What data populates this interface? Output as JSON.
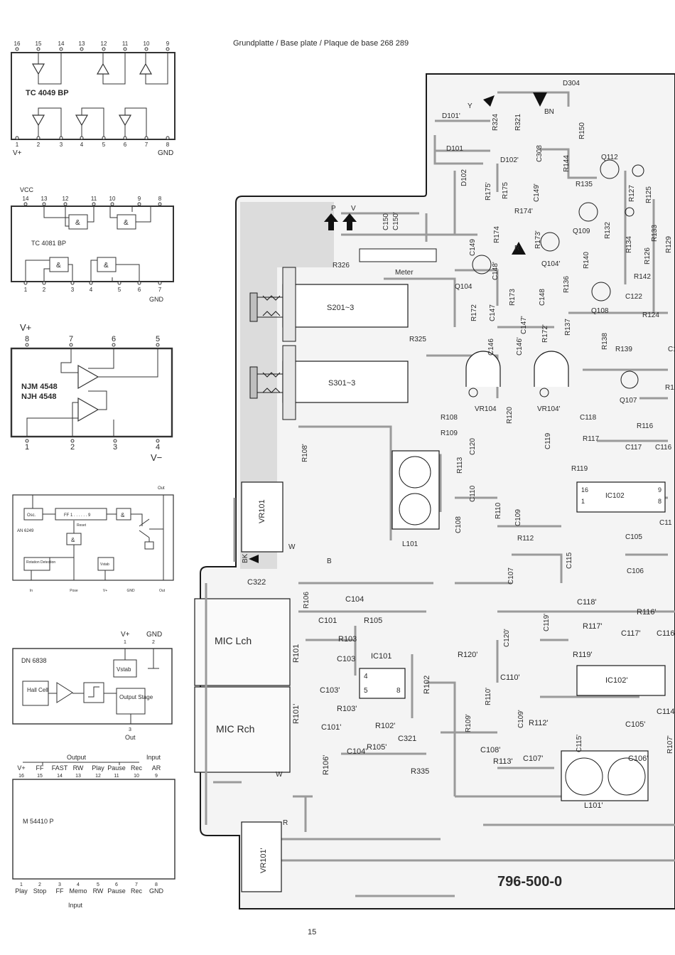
{
  "page_title": "Grundplatte / Base plate / Plaque de base  268 289",
  "page_number": "15",
  "board_number": "796-500-0",
  "ic_4049": {
    "name": "TC 4049 BP",
    "top_pins": [
      "16",
      "15",
      "14",
      "13",
      "12",
      "11",
      "10",
      "9"
    ],
    "bottom_pins": [
      "1",
      "2",
      "3",
      "4",
      "5",
      "6",
      "7",
      "8"
    ],
    "vplus": "V+",
    "gnd": "GND"
  },
  "ic_4081": {
    "name": "TC 4081 BP",
    "vcc": "VCC",
    "top_pins": [
      "14",
      "13",
      "12",
      "11",
      "10",
      "9",
      "8"
    ],
    "bottom_pins": [
      "1",
      "2",
      "3",
      "4",
      "5",
      "6",
      "7"
    ],
    "gate": "&",
    "gnd": "GND"
  },
  "ic_njm": {
    "vplus": "V+",
    "vminus": "V−",
    "name1": "NJM 4548",
    "name2": "NJH 4548",
    "top_pins": [
      "8",
      "7",
      "6",
      "5"
    ],
    "bottom_pins": [
      "1",
      "2",
      "3",
      "4"
    ]
  },
  "ic_an": {
    "name": "AN 6249",
    "osc": "Osc.",
    "ff": "FF    1 . . . . . .  9",
    "reset": "Reset",
    "gate": "&",
    "rotation": "Rotation Detection",
    "vstab": "Vstab",
    "out_top": "Out",
    "bottom_pins": [
      "In",
      "Pose",
      "V+",
      "GND",
      "Out"
    ]
  },
  "ic_dn": {
    "name": "DN 6838",
    "vplus": "V+",
    "gnd": "GND",
    "pin1": "1",
    "pin2": "2",
    "pin3": "3",
    "vstab": "Vstab",
    "hall": "Hall Cell",
    "output_stage": "Output Stage",
    "out": "Out"
  },
  "ic_m54410": {
    "name": "M 54410 P",
    "output": "Output",
    "input_top": "Input",
    "input_bottom": "Input",
    "top_labels": [
      "V+",
      "FF",
      "FAST",
      "RW",
      "Play",
      "Pause",
      "Rec",
      "AR"
    ],
    "top_pins": [
      "16",
      "15",
      "14",
      "13",
      "12",
      "11",
      "10",
      "9"
    ],
    "bottom_pins": [
      "1",
      "2",
      "3",
      "4",
      "5",
      "6",
      "7",
      "8"
    ],
    "bottom_labels": [
      "Play",
      "Stop",
      "FF",
      "Memo",
      "RW",
      "Pause",
      "Rec",
      "GND"
    ]
  },
  "board_labels": {
    "D304": "D304",
    "D101p": "D101'",
    "D101": "D101",
    "D102p": "D102'",
    "D102": "D102",
    "R324": "R324",
    "R321": "R321",
    "C308": "C308",
    "R144": "R144",
    "R150": "R150",
    "Q112": "Q112",
    "R175p": "R175'",
    "R175": "R175",
    "C149p": "C149'",
    "R135": "R135",
    "R127": "R127",
    "R125": "R125",
    "R174p": "R174'",
    "R174": "R174",
    "C149": "C149",
    "C148p": "C148'",
    "R173p": "R173'",
    "Q104p": "Q104'",
    "Q109": "Q109",
    "R132": "R132",
    "R134": "R134",
    "R133": "R133",
    "R129": "R129",
    "R126": "R126",
    "R140": "R140",
    "R142": "R142",
    "R136": "R136",
    "Q104": "Q104",
    "R173": "R173",
    "C148": "C148",
    "C122": "C122",
    "R124": "R124",
    "Q108": "Q108",
    "R172": "R172",
    "C147": "C147",
    "C147p": "C147'",
    "R172p": "R172'",
    "R137": "R137",
    "R138": "R138",
    "C146": "C146",
    "C146p": "C146'",
    "R139": "R139",
    "VR104": "VR104",
    "VR104p": "VR104'",
    "Q107": "Q107",
    "R120": "R120",
    "C118": "C118",
    "R116": "R116",
    "C119": "C119",
    "R117": "R117",
    "C117": "C117",
    "C116": "C116",
    "R119": "R119",
    "IC102": "IC102",
    "IC102p": "IC102'",
    "C120": "C120",
    "R113": "R113",
    "C110": "C110",
    "R110": "R110",
    "C108": "C108",
    "C109": "C109",
    "R112": "R112",
    "C105": "C105",
    "C106": "C106",
    "C115": "C115",
    "C107": "C107",
    "L101": "L101",
    "L101p": "L101'",
    "C11": "C11",
    "R108": "R108",
    "R109": "R109",
    "R108p": "R108'",
    "R326": "R326",
    "Meter": "Meter",
    "S201": "S201~3",
    "S301": "S301~3",
    "R325": "R325",
    "C150": "C150",
    "C150p": "C150'",
    "P": "P",
    "V": "V",
    "Y": "Y",
    "BN": "BN",
    "R": "R",
    "VR101": "VR101",
    "VR101p": "VR101'",
    "W": "W",
    "B": "B",
    "BK": "BK",
    "C322": "C322",
    "R106": "R106",
    "C104": "C104",
    "C101": "C101",
    "R105": "R105",
    "R103": "R103",
    "IC101": "IC101",
    "R101": "R101",
    "C103": "C103",
    "R102": "R102",
    "C103p": "C103'",
    "R103p": "R103'",
    "R101p": "R101'",
    "C101p": "C101'",
    "R102p": "R102'",
    "R105p": "R105'",
    "C321": "C321",
    "R106p": "R106'",
    "C104p": "C104'",
    "R335": "R335",
    "MICL": "MIC Lch",
    "MICR": "MIC Rch",
    "R120p": "R120'",
    "C120p": "C120'",
    "C119p": "C119'",
    "C118p": "C118'",
    "R116p": "R116'",
    "R117p": "R117'",
    "C117p": "C117'",
    "C116p": "C116'",
    "R119p": "R119'",
    "C110p": "C110'",
    "R110p": "R110'",
    "R109p": "R109'",
    "C109p": "C109'",
    "R112p": "R112'",
    "C105p": "C105'",
    "C115p": "C115'",
    "C108p": "C108'",
    "C107p": "C107'",
    "C106p": "C106'",
    "C114": "C114",
    "R107p": "R107'",
    "R113p": "R113'",
    "C1": "C1",
    "R1": "R1",
    "pin16": "16",
    "pin1": "1",
    "pin9": "9",
    "pin8": "8",
    "pin4": "4",
    "pin5": "5"
  }
}
